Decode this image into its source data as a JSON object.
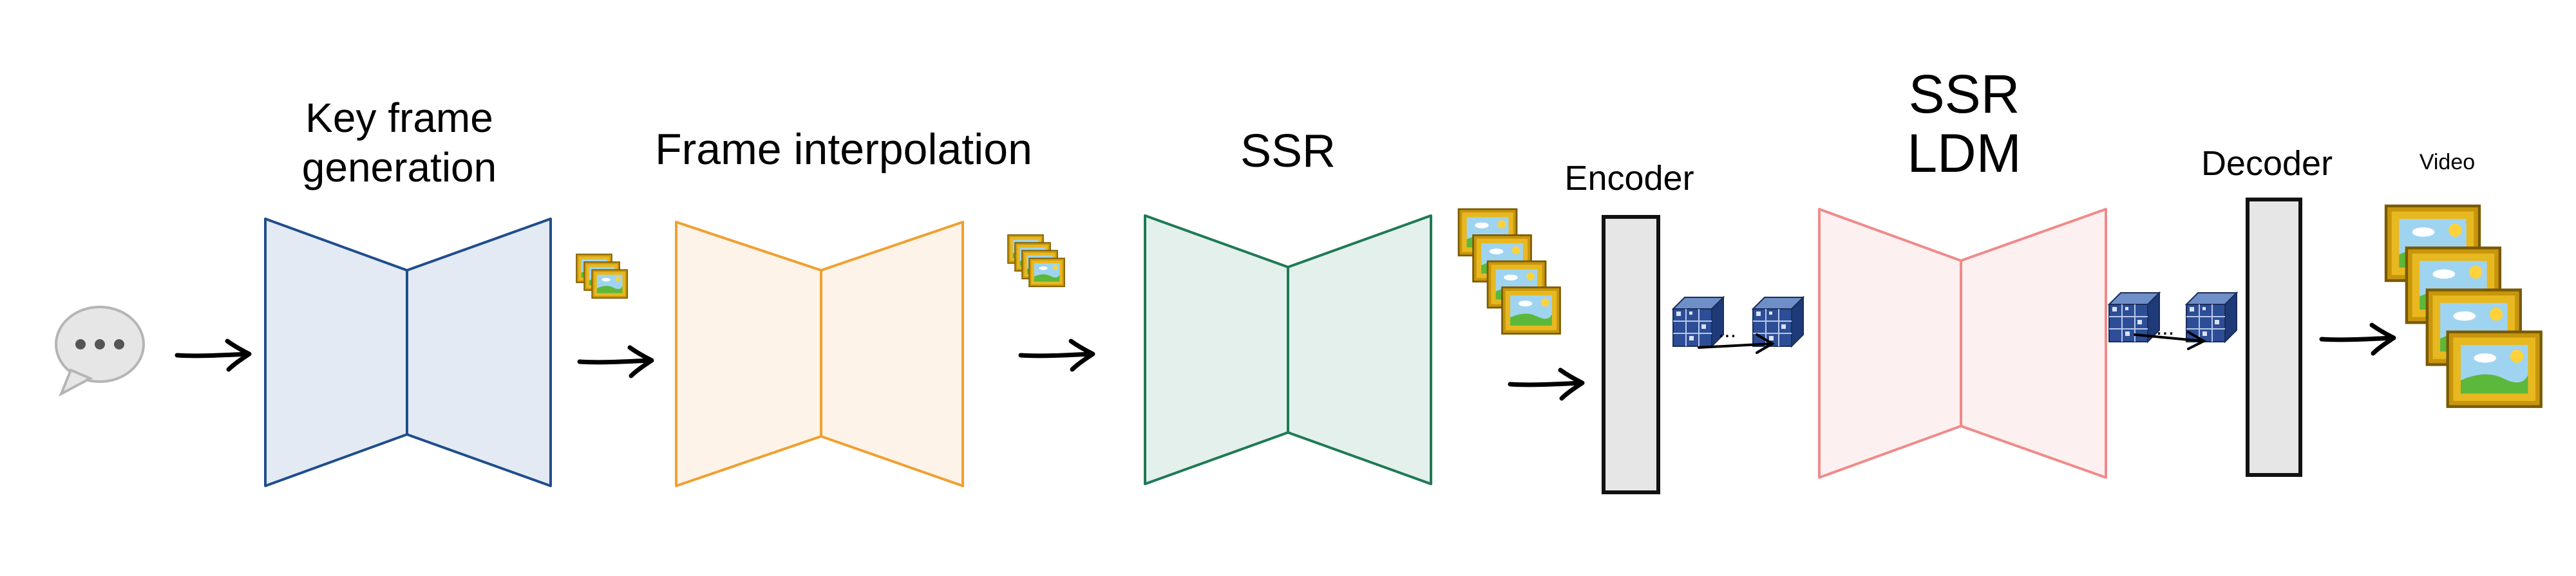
{
  "stages": {
    "keyframe": {
      "line1": "Key frame",
      "line2": "generation"
    },
    "interp": {
      "label": "Frame interpolation"
    },
    "ssr": {
      "label": "SSR"
    },
    "encoder": {
      "label": "Encoder"
    },
    "ssr_ldm": {
      "line1": "SSR",
      "line2": "LDM"
    },
    "decoder": {
      "label": "Decoder"
    },
    "video": {
      "label": "Video"
    }
  },
  "latent_ellipsis": "...",
  "colors": {
    "keyframe_stroke": "#1f4e8c",
    "keyframe_fill": "#e4eaf3",
    "interp_stroke": "#f0a030",
    "interp_fill": "#fdf3e8",
    "ssr_stroke": "#1f7a55",
    "ssr_fill": "#e4f0ec",
    "ldm_stroke": "#f08a8a",
    "ldm_fill": "#fdf0f0",
    "box_fill": "#e6e6e6",
    "box_stroke": "#111111"
  },
  "icons": {
    "input": "speech-bubble-icon",
    "frames": "framed-picture-icon",
    "latent": "latent-cube-icon",
    "arrow": "right-arrow-icon"
  }
}
